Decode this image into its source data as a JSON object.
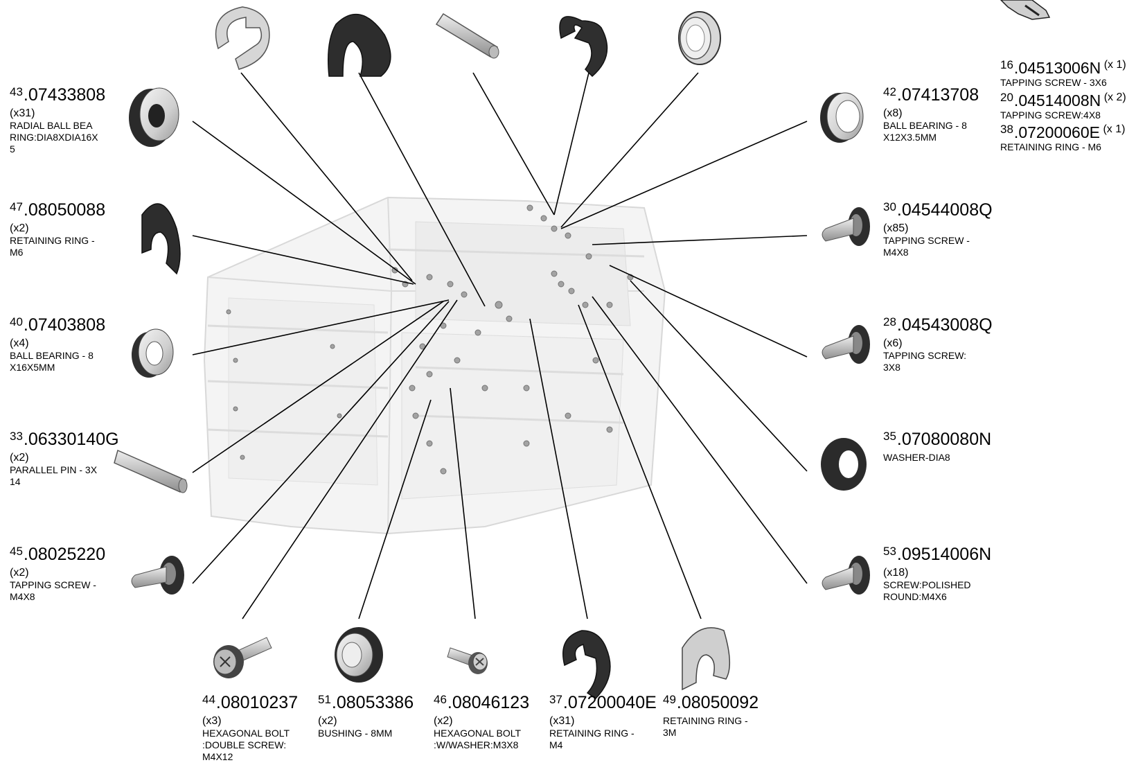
{
  "parts": [
    {
      "key": "p43",
      "index": "43",
      "number": "07433808",
      "qty": "(x31)",
      "desc": "RADIAL BALL BEA\nRING:DIA8XDIA16X\n5",
      "icon": "ball-bearing-icon"
    },
    {
      "key": "p47",
      "index": "47",
      "number": "08050088",
      "qty": "(x2)",
      "desc": "RETAINING RING -\nM6",
      "icon": "retaining-ring-icon"
    },
    {
      "key": "p40",
      "index": "40",
      "number": "07403808",
      "qty": "(x4)",
      "desc": "BALL BEARING - 8\nX16X5MM",
      "icon": "ball-bearing-icon"
    },
    {
      "key": "p33",
      "index": "33",
      "number": "06330140G",
      "qty": "(x2)",
      "desc": "PARALLEL PIN - 3X\n14",
      "icon": "parallel-pin-icon"
    },
    {
      "key": "p45",
      "index": "45",
      "number": "08025220",
      "qty": "(x2)",
      "desc": "TAPPING SCREW -\n M4X8",
      "icon": "tapping-screw-icon"
    },
    {
      "key": "p44",
      "index": "44",
      "number": "08010237",
      "qty": "(x3)",
      "desc": "HEXAGONAL BOLT\n:DOUBLE SCREW:\nM4X12",
      "icon": "hexagonal-bolt-icon"
    },
    {
      "key": "p51",
      "index": "51",
      "number": "08053386",
      "qty": "(x2)",
      "desc": "BUSHING - 8MM",
      "icon": "bushing-icon"
    },
    {
      "key": "p46",
      "index": "46",
      "number": "08046123",
      "qty": "(x2)",
      "desc": "HEXAGONAL BOLT\n:W/WASHER:M3X8",
      "icon": "hexagonal-bolt-icon"
    },
    {
      "key": "p37",
      "index": "37",
      "number": "07200040E",
      "qty": "(x31)",
      "desc": "RETAINING RING -\nM4",
      "icon": "e-ring-icon"
    },
    {
      "key": "p49",
      "index": "49",
      "number": "08050092",
      "qty": "",
      "desc": "RETAINING RING -\n3M",
      "icon": "retaining-ring-icon"
    },
    {
      "key": "p42",
      "index": "42",
      "number": "07413708",
      "qty": "(x8)",
      "desc": "BALL BEARING - 8\nX12X3.5MM",
      "icon": "ball-bearing-icon"
    },
    {
      "key": "p30",
      "index": "30",
      "number": "04544008Q",
      "qty": "(x85)",
      "desc": "TAPPING SCREW -\n M4X8",
      "icon": "tapping-screw-icon"
    },
    {
      "key": "p28",
      "index": "28",
      "number": "04543008Q",
      "qty": "(x6)",
      "desc": "TAPPING SCREW:\n3X8",
      "icon": "tapping-screw-icon"
    },
    {
      "key": "p35",
      "index": "35",
      "number": "07080080N",
      "qty": "",
      "desc": "WASHER-DIA8",
      "icon": "washer-icon"
    },
    {
      "key": "p53",
      "index": "53",
      "number": "09514006N",
      "qty": "(x18)",
      "desc": "SCREW:POLISHED\n ROUND:M4X6",
      "icon": "screw-icon"
    }
  ],
  "extra_parts": [
    {
      "index": "16",
      "number": "04513006N",
      "qty": "(x 1)",
      "desc": "TAPPING SCREW - 3X6"
    },
    {
      "index": "20",
      "number": "04514008N",
      "qty": "(x 2)",
      "desc": "TAPPING SCREW:4X8"
    },
    {
      "index": "38",
      "number": "07200060E",
      "qty": "(x 1)",
      "desc": "RETAINING RING - M6"
    }
  ],
  "top_icons": [
    "c-clip-icon",
    "retaining-ring-icon",
    "parallel-pin-icon",
    "e-ring-icon",
    "bushing-icon"
  ],
  "colors": {
    "part_light": "#e2e2e2",
    "part_dark": "#333333",
    "leader": "#000000",
    "assembly": "#c8c8c8"
  }
}
